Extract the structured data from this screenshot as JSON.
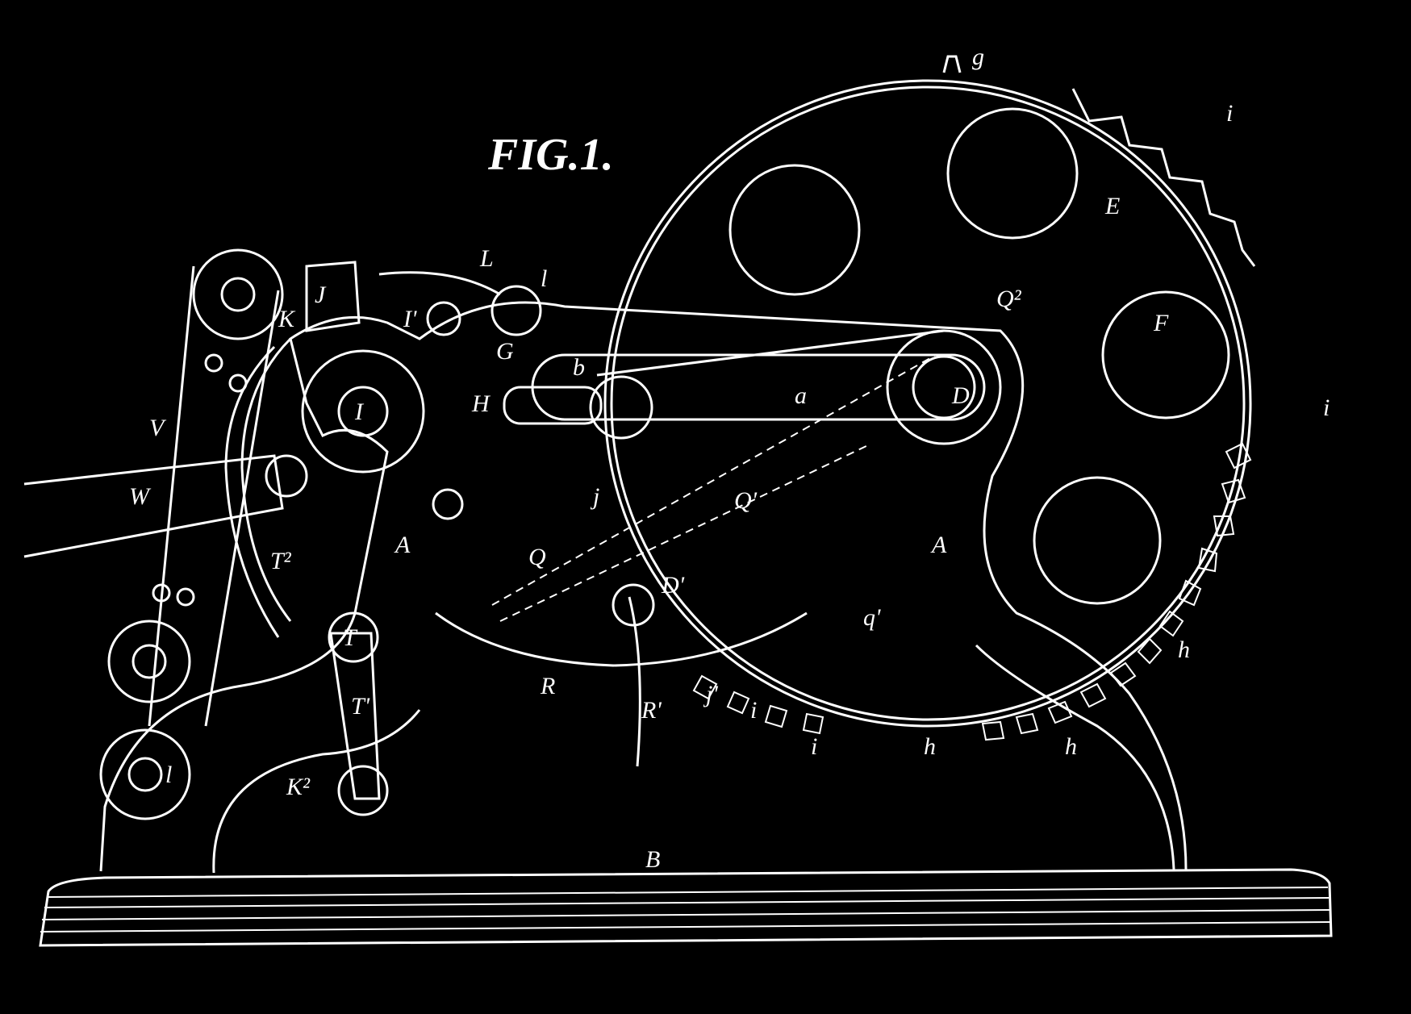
{
  "figure": {
    "title": "FIG.1.",
    "labels": {
      "g": "g",
      "E": "E",
      "F": "F",
      "i": "i",
      "i2": "i",
      "L": "L",
      "l": "l",
      "J": "J",
      "K": "K",
      "I1": "I'",
      "G": "G",
      "Q2": "Q²",
      "b": "b",
      "H": "H",
      "a": "a",
      "D": "D",
      "I": "I",
      "V": "V",
      "W": "W",
      "j": "j",
      "Q1": "Q'",
      "A": "A",
      "T2": "T²",
      "Q": "Q",
      "D1": "D'",
      "q1": "q'",
      "T": "T",
      "T1": "T'",
      "R": "R",
      "R1": "R'",
      "j1": "j'",
      "h": "h",
      "K2": "K²",
      "B": "B",
      "letter_l": "l"
    }
  }
}
